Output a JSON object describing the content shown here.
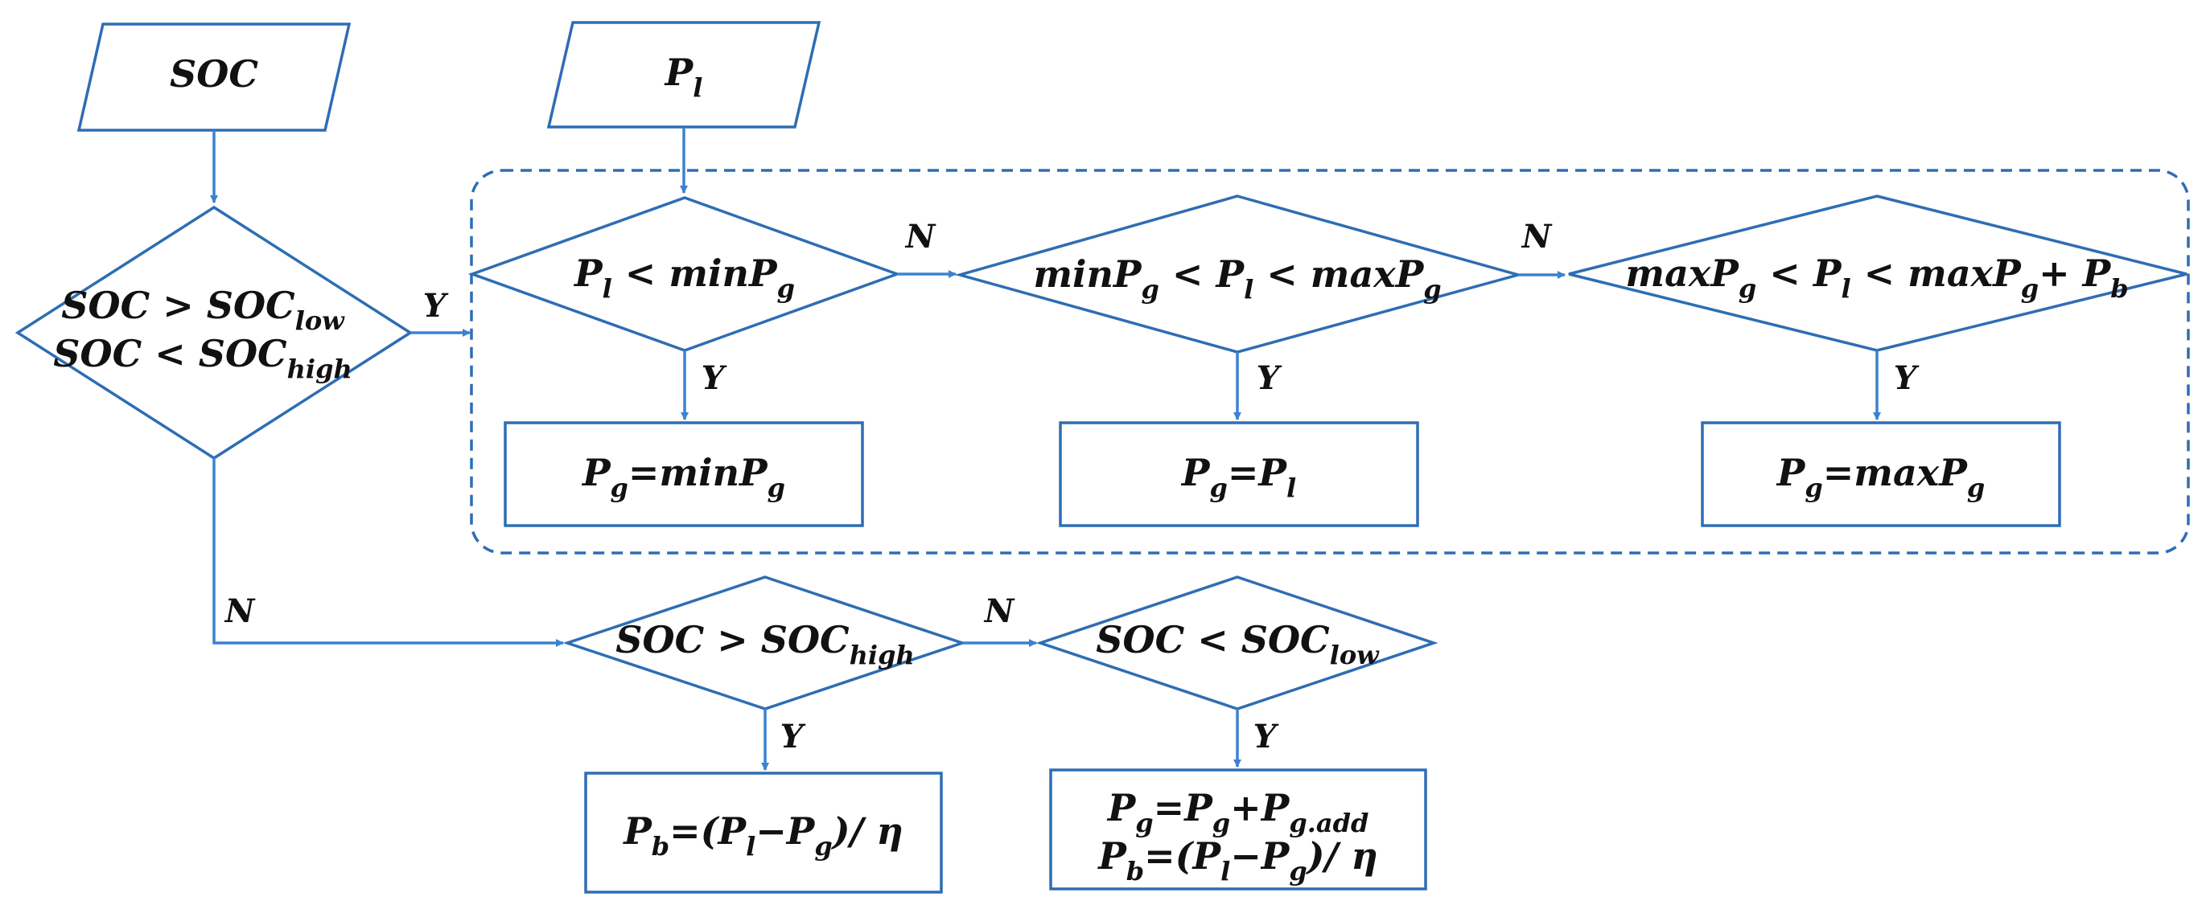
{
  "inputs": {
    "soc": {
      "text": "SOC"
    },
    "pl": {
      "base": "P",
      "sub": "l"
    }
  },
  "decisions": {
    "soc_range": {
      "line1": [
        {
          "t": "SOC > SOC"
        },
        {
          "t": "low",
          "sub": true
        }
      ],
      "line2": [
        {
          "t": "SOC < SOC"
        },
        {
          "t": "high",
          "sub": true
        }
      ]
    },
    "pl_lt_min": [
      {
        "t": "P"
      },
      {
        "t": "l",
        "sub": true
      },
      {
        "t": " < minP"
      },
      {
        "t": "g",
        "sub": true
      }
    ],
    "pl_between": [
      {
        "t": "minP"
      },
      {
        "t": "g",
        "sub": true
      },
      {
        "t": " < P"
      },
      {
        "t": "l",
        "sub": true
      },
      {
        "t": " < maxP"
      },
      {
        "t": "g",
        "sub": true
      }
    ],
    "pl_above": [
      {
        "t": "maxP"
      },
      {
        "t": "g",
        "sub": true
      },
      {
        "t": " < P"
      },
      {
        "t": "l",
        "sub": true
      },
      {
        "t": " < maxP"
      },
      {
        "t": "g",
        "sub": true
      },
      {
        "t": "+ P"
      },
      {
        "t": "b",
        "sub": true
      }
    ],
    "soc_high": [
      {
        "t": "SOC > SOC"
      },
      {
        "t": "high",
        "sub": true
      }
    ],
    "soc_low": [
      {
        "t": "SOC < SOC"
      },
      {
        "t": "low",
        "sub": true
      }
    ]
  },
  "processes": {
    "pg_min": [
      {
        "t": "P"
      },
      {
        "t": "g",
        "sub": true
      },
      {
        "t": "=minP"
      },
      {
        "t": "g",
        "sub": true
      }
    ],
    "pg_pl": [
      {
        "t": "P"
      },
      {
        "t": "g",
        "sub": true
      },
      {
        "t": "=P"
      },
      {
        "t": "l",
        "sub": true
      }
    ],
    "pg_max": [
      {
        "t": "P"
      },
      {
        "t": "g",
        "sub": true
      },
      {
        "t": "=maxP"
      },
      {
        "t": "g",
        "sub": true
      }
    ],
    "pb_charge": [
      {
        "t": "P"
      },
      {
        "t": "b",
        "sub": true
      },
      {
        "t": "=(P"
      },
      {
        "t": "l",
        "sub": true
      },
      {
        "t": "−P"
      },
      {
        "t": "g",
        "sub": true
      },
      {
        "t": ")/ η"
      }
    ],
    "pg_add": {
      "line1": [
        {
          "t": "P"
        },
        {
          "t": "g",
          "sub": true
        },
        {
          "t": "=P"
        },
        {
          "t": "g",
          "sub": true
        },
        {
          "t": "+P"
        },
        {
          "t": "g.add",
          "sub": true
        }
      ],
      "line2": [
        {
          "t": "P"
        },
        {
          "t": "b",
          "sub": true
        },
        {
          "t": "=(P"
        },
        {
          "t": "l",
          "sub": true
        },
        {
          "t": "−P"
        },
        {
          "t": "g",
          "sub": true
        },
        {
          "t": ")/ η"
        }
      ]
    }
  },
  "edge_labels": {
    "yes": "Y",
    "no": "N"
  },
  "colors": {
    "stroke": "#2e6db4",
    "arrow": "#3b82d0",
    "text": "#111111"
  }
}
